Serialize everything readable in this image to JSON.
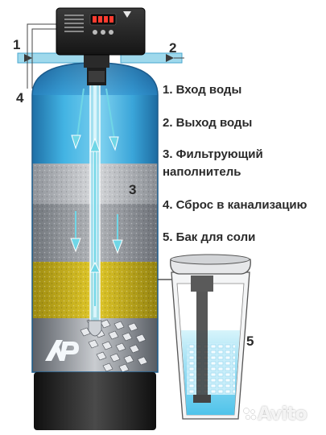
{
  "legend": {
    "item1": "1. Вход воды",
    "item2": "2. Выход воды",
    "item3_line1": "3. Фильтрующий",
    "item3_line2": "наполнитель",
    "item4": "4. Сброс в канализацию",
    "item5": "5. Бак для соли"
  },
  "markers": {
    "m1": "1",
    "m2": "2",
    "m3": "3",
    "m4": "4",
    "m5": "5"
  },
  "brand_logo": "AP",
  "watermark": "Avito",
  "colors": {
    "water_blue": "#38a9da",
    "media_grey": "#b9bcc0",
    "media_yellow": "#cdb419",
    "tank_base": "#1f1f1f",
    "arrow": "#6fd6e6"
  }
}
